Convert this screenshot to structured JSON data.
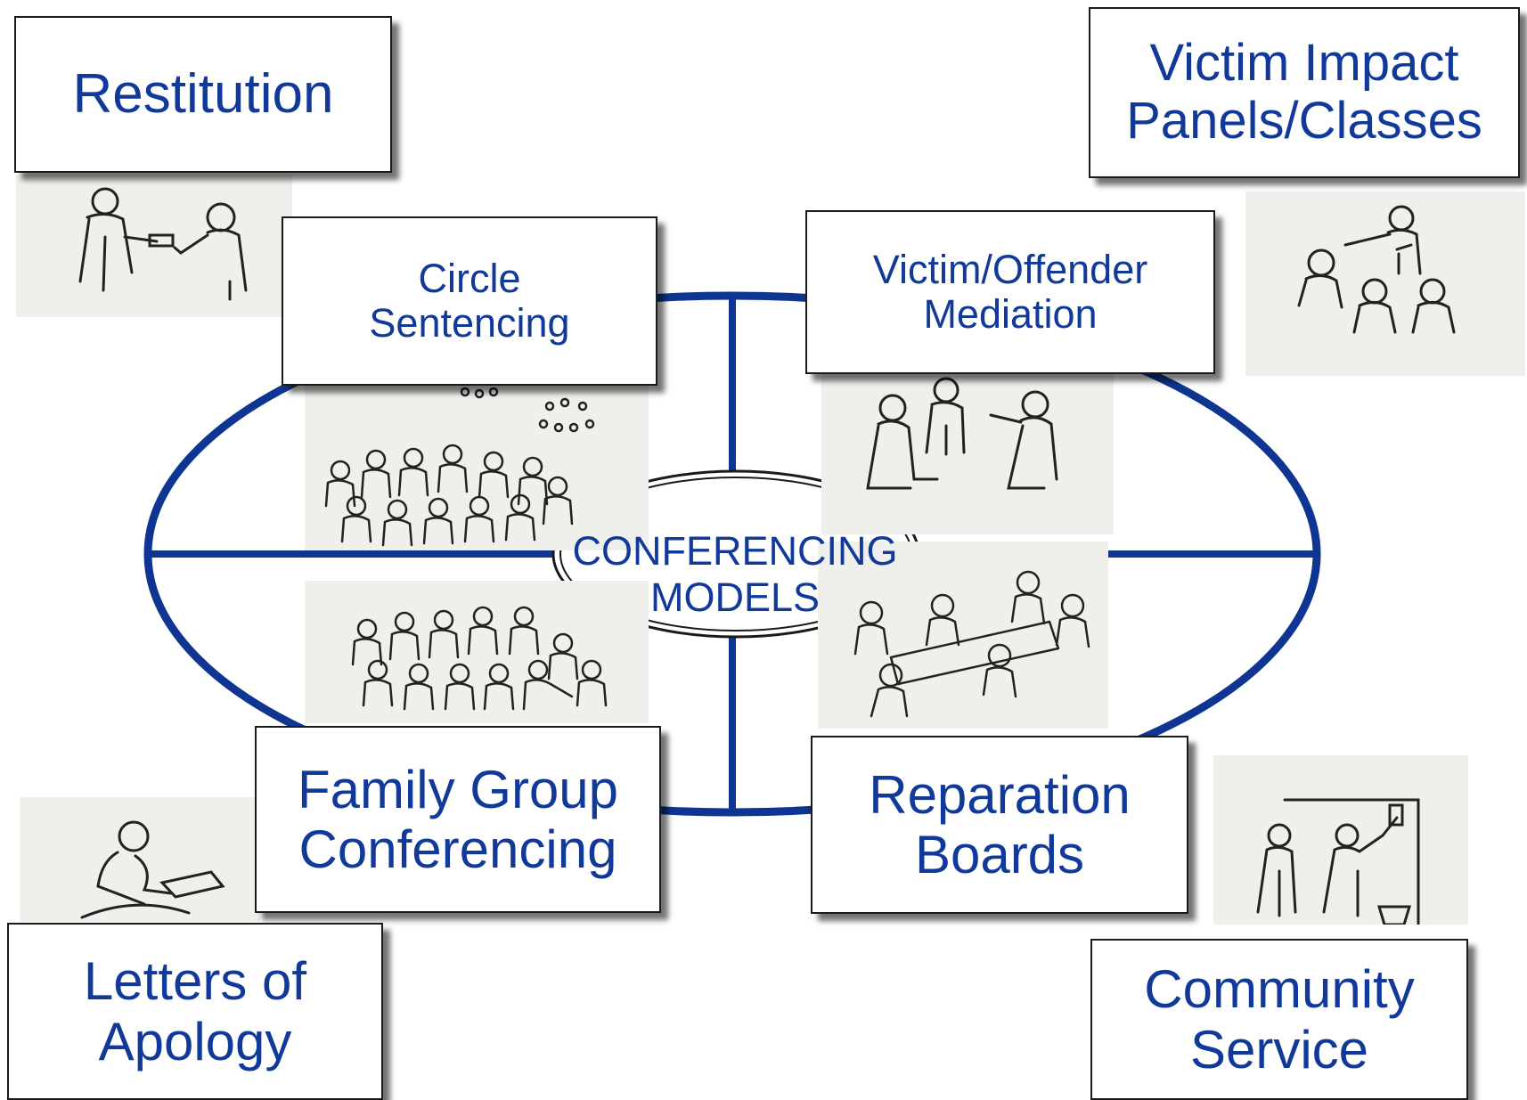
{
  "center": {
    "line1": "CONFERENCING",
    "line2": "MODELS"
  },
  "boxes": {
    "restitution": {
      "line1": "Restitution",
      "line2": ""
    },
    "victim_impact": {
      "line1": "Victim Impact",
      "line2": "Panels/Classes"
    },
    "circle_sentencing": {
      "line1": "Circle",
      "line2": "Sentencing"
    },
    "victim_offender": {
      "line1": "Victim/Offender",
      "line2": "Mediation"
    },
    "family_group": {
      "line1": "Family Group",
      "line2": "Conferencing"
    },
    "reparation": {
      "line1": "Reparation",
      "line2": "Boards"
    },
    "letters": {
      "line1": "Letters of",
      "line2": "Apology"
    },
    "community": {
      "line1": "Community",
      "line2": "Service"
    }
  },
  "illustrations": [
    "restitution-sketch",
    "victim-impact-sketch",
    "circle-sentencing-sketch",
    "mediation-sketch",
    "family-group-sketch",
    "reparation-board-sketch",
    "letter-writing-sketch",
    "community-service-sketch"
  ],
  "colors": {
    "accent": "#10399a",
    "ellipse": "#0d3591",
    "box_border": "#1a1a1a",
    "sketch_bg": "#efefeb"
  }
}
